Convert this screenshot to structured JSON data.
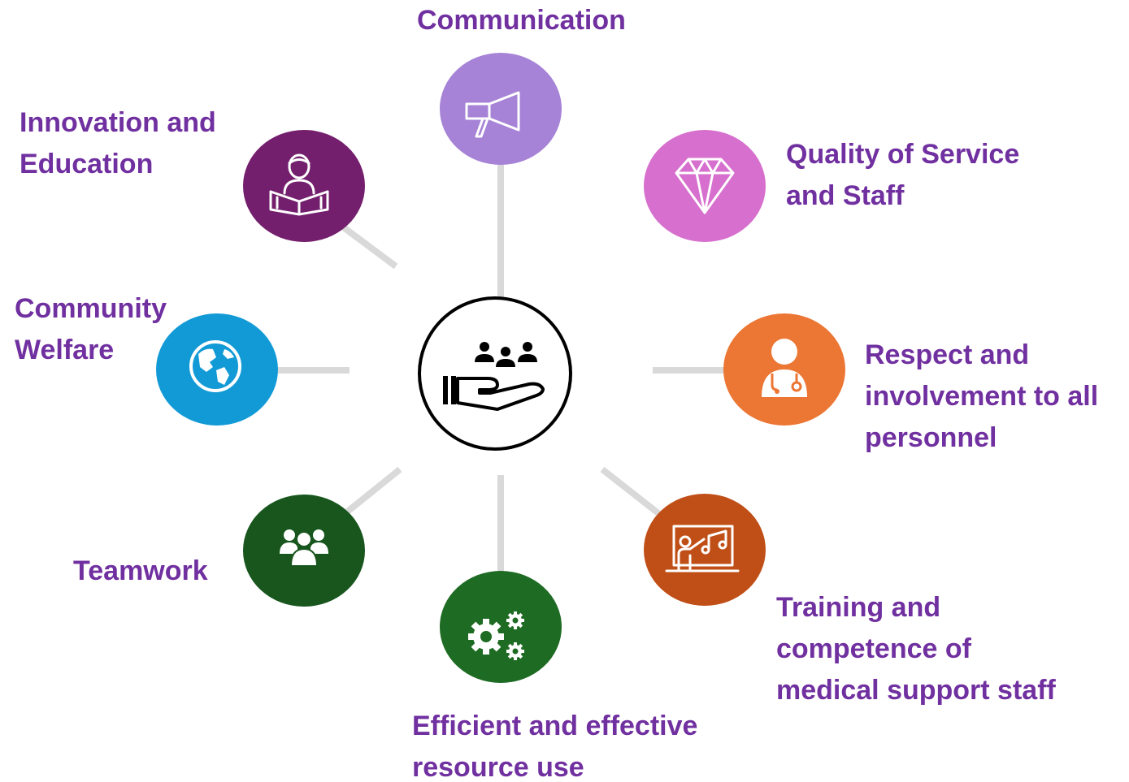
{
  "colors": {
    "text": "#7030A0",
    "connector": "#D9D9D9",
    "hub_ring": "#000000",
    "communication": "#A683D6",
    "quality": "#D66FCD",
    "respect": "#EC7633",
    "training": "#C04F17",
    "efficient": "#1E6B23",
    "teamwork": "#18561E",
    "community": "#129AD6",
    "innovation": "#741F6E"
  },
  "hub": {
    "icon": "people-in-hand-icon"
  },
  "nodes": [
    {
      "id": "communication",
      "icon": "megaphone-icon",
      "lines": [
        "Communication"
      ]
    },
    {
      "id": "quality",
      "icon": "diamond-icon",
      "lines": [
        "Quality of Service",
        "and Staff"
      ]
    },
    {
      "id": "respect",
      "icon": "doctor-icon",
      "lines": [
        "Respect and",
        "involvement to all",
        "personnel"
      ]
    },
    {
      "id": "training",
      "icon": "presentation-icon",
      "lines": [
        "Training and",
        "competence of",
        "medical support staff"
      ]
    },
    {
      "id": "efficient",
      "icon": "gears-icon",
      "lines": [
        "Efficient and effective",
        "resource use"
      ]
    },
    {
      "id": "teamwork",
      "icon": "team-icon",
      "lines": [
        "Teamwork"
      ]
    },
    {
      "id": "community",
      "icon": "globe-icon",
      "lines": [
        "Community",
        "Welfare"
      ]
    },
    {
      "id": "innovation",
      "icon": "reader-icon",
      "lines": [
        "Innovation and",
        "Education"
      ]
    }
  ]
}
